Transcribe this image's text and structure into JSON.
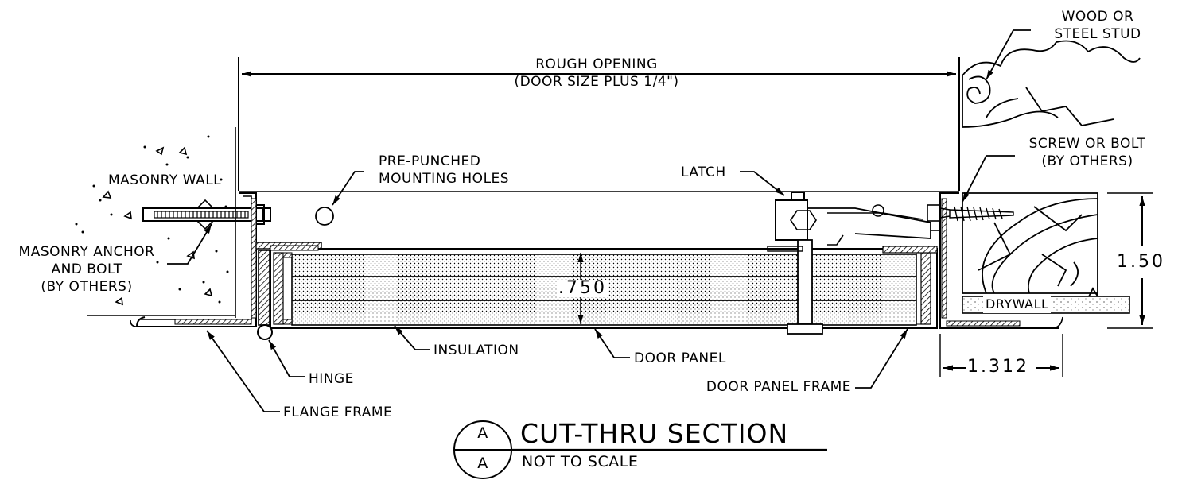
{
  "labels": {
    "rough_opening_1": "ROUGH OPENING",
    "rough_opening_2": "(DOOR SIZE PLUS 1/4\")",
    "wood_stud_1": "WOOD OR",
    "wood_stud_2": "STEEL STUD",
    "screw_1": "SCREW OR BOLT",
    "screw_2": "(BY OTHERS)",
    "masonry_wall": "MASONRY WALL",
    "pre_punched_1": "PRE-PUNCHED",
    "pre_punched_2": "MOUNTING HOLES",
    "latch": "LATCH",
    "masonry_anchor_1": "MASONRY ANCHOR",
    "masonry_anchor_2": "AND BOLT",
    "masonry_anchor_3": "(BY OTHERS)",
    "insulation": "INSULATION",
    "door_panel": "DOOR PANEL",
    "hinge": "HINGE",
    "door_panel_frame": "DOOR PANEL FRAME",
    "flange_frame": "FLANGE FRAME",
    "drywall": "DRYWALL"
  },
  "dimensions": {
    "panel_thickness": ".750",
    "wall_depth": "1.50",
    "frame_width": "1.312"
  },
  "title_block": {
    "title": "CUT-THRU SECTION",
    "subtitle": "NOT TO SCALE",
    "bubble_top": "A",
    "bubble_bottom": "A"
  }
}
